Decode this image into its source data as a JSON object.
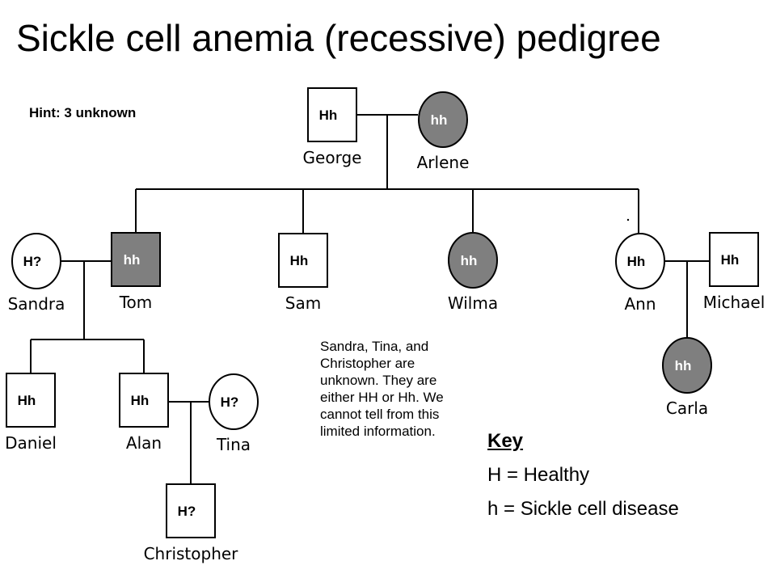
{
  "title": "Sickle cell anemia (recessive) pedigree",
  "hint": "Hint: 3 unknown",
  "note": "Sandra, Tina, and Christopher are unknown. They are either HH or Hh. We cannot tell from this limited information.",
  "key": {
    "heading": "Key",
    "healthy": "H = Healthy",
    "disease": "h = Sickle cell disease"
  },
  "colors": {
    "affected": "#7f7f7f",
    "line": "#000000",
    "background": "#ffffff"
  },
  "individuals": [
    {
      "id": "george",
      "name": "George",
      "genotype": "Hh",
      "shape": "square",
      "affected": false
    },
    {
      "id": "arlene",
      "name": "Arlene",
      "genotype": "hh",
      "shape": "circle",
      "affected": true
    },
    {
      "id": "sandra",
      "name": "Sandra",
      "genotype": "H?",
      "shape": "circle",
      "affected": false
    },
    {
      "id": "tom",
      "name": "Tom",
      "genotype": "hh",
      "shape": "square",
      "affected": true
    },
    {
      "id": "sam",
      "name": "Sam",
      "genotype": "Hh",
      "shape": "square",
      "affected": false
    },
    {
      "id": "wilma",
      "name": "Wilma",
      "genotype": "hh",
      "shape": "circle",
      "affected": true
    },
    {
      "id": "ann",
      "name": "Ann",
      "genotype": "Hh",
      "shape": "circle",
      "affected": false
    },
    {
      "id": "michael",
      "name": "Michael",
      "genotype": "Hh",
      "shape": "square",
      "affected": false
    },
    {
      "id": "carla",
      "name": "Carla",
      "genotype": "hh",
      "shape": "circle",
      "affected": true
    },
    {
      "id": "daniel",
      "name": "Daniel",
      "genotype": "Hh",
      "shape": "square",
      "affected": false
    },
    {
      "id": "alan",
      "name": "Alan",
      "genotype": "Hh",
      "shape": "square",
      "affected": false
    },
    {
      "id": "tina",
      "name": "Tina",
      "genotype": "H?",
      "shape": "circle",
      "affected": false
    },
    {
      "id": "christopher",
      "name": "Christopher",
      "genotype": "H?",
      "shape": "square",
      "affected": false
    }
  ]
}
